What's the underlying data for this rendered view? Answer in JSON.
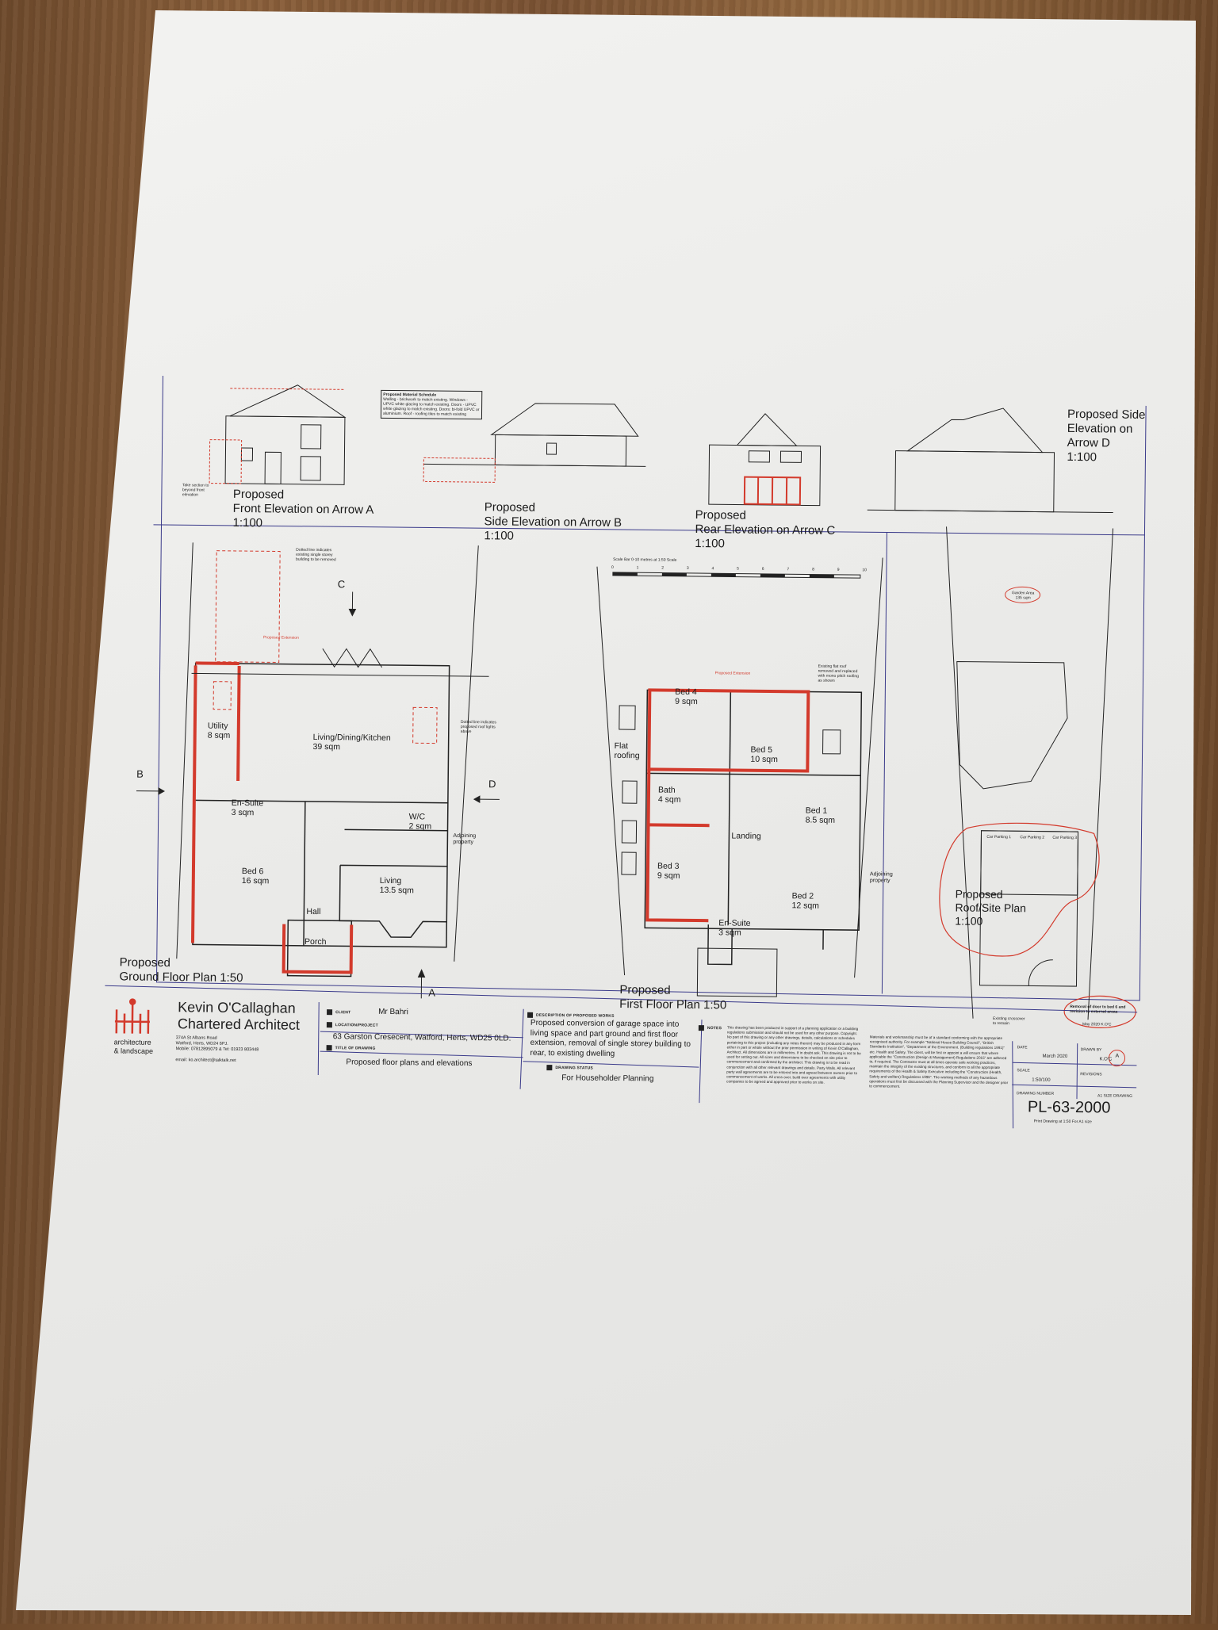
{
  "colors": {
    "table": "#7a5233",
    "paper": "#ececea",
    "ink": "#1a1a1a",
    "redline": "#d33a2c",
    "border": "#3a3a8a"
  },
  "elevations": {
    "front": {
      "line1": "Proposed",
      "line2": "Front Elevation on Arrow A",
      "scale": "1:100",
      "note": "Take section to beyond front elevation"
    },
    "side_b": {
      "line1": "Proposed",
      "line2": "Side Elevation on Arrow B",
      "scale": "1:100"
    },
    "rear_c": {
      "line1": "Proposed",
      "line2": "Rear Elevation on Arrow C",
      "scale": "1:100"
    },
    "side_d": {
      "line1": "Proposed Side",
      "line2": "Elevation on",
      "line3": "Arrow D",
      "scale": "1:100"
    },
    "material_schedule": {
      "title": "Proposed Material Schedule",
      "text": "Walling - brickwork to match existing. Windows - UPVC white glazing to match existing. Doors - UPVC white glazing to match existing. Doors: bi-fold UPVC or aluminium. Roof - roofing tiles to match existing"
    }
  },
  "ground_floor": {
    "title": "Proposed",
    "subtitle": "Ground Floor Plan 1:50",
    "rooms": [
      {
        "name": "Utility",
        "area": "8 sqm"
      },
      {
        "name": "Living/Dining/Kitchen",
        "area": "39 sqm"
      },
      {
        "name": "En-Suite",
        "area": "3 sqm"
      },
      {
        "name": "W/C",
        "area": "2 sqm"
      },
      {
        "name": "Bed 6",
        "area": "16 sqm"
      },
      {
        "name": "Living",
        "area": "13.5 sqm"
      },
      {
        "name": "Hall",
        "area": ""
      },
      {
        "name": "Porch",
        "area": ""
      }
    ],
    "adjoining": "Adjoining property",
    "arrows": {
      "a": "A",
      "b": "B",
      "c": "C",
      "d": "D"
    },
    "notes": [
      "Dotted line indicates existing single storey building to be removed",
      "Dotted line indicates proposed roof lights above",
      "Proposed Extension"
    ]
  },
  "first_floor": {
    "title": "Proposed",
    "subtitle": "First Floor Plan 1:50",
    "scale_bar": "Scale Bar 0-10 metres at 1:50 Scale",
    "scale_ticks": [
      "0",
      "1",
      "2",
      "3",
      "4",
      "5",
      "6",
      "7",
      "8",
      "9",
      "10"
    ],
    "flat_roofing": "Flat roofing",
    "rooms": [
      {
        "name": "Bed 4",
        "area": "9 sqm"
      },
      {
        "name": "Bed 5",
        "area": "10 sqm"
      },
      {
        "name": "Bath",
        "area": "4 sqm"
      },
      {
        "name": "Bed 1",
        "area": "8.5 sqm"
      },
      {
        "name": "Landing",
        "area": ""
      },
      {
        "name": "Bed 3",
        "area": "9 sqm"
      },
      {
        "name": "Bed 2",
        "area": "12 sqm"
      },
      {
        "name": "En-Suite",
        "area": "3 sqm"
      }
    ],
    "adjoining": "Adjoining property",
    "notes": [
      "Existing flat roof removed and replaced with mono pitch roofing as shown",
      "Proposed Extension"
    ]
  },
  "roof_plan": {
    "title": "Proposed",
    "subtitle": "Roof/Site Plan",
    "scale": "1:100",
    "parking": [
      "Car Parking 1",
      "Car Parking 2",
      "Car Parking 3"
    ],
    "garden": "Garden Area 135 sqm",
    "crossover": "Existing crossover to remain",
    "revision_note": "Removal of door to bed 6 and revision to external areas",
    "revision_date": "May 2020   K.O'C"
  },
  "title_block": {
    "firm": {
      "name": "Kevin O'Callaghan",
      "title": "Chartered Architect",
      "tag1": "architecture",
      "tag2": "& landscape",
      "address1": "374A St Albans Road",
      "address2": "Watford, Herts, WD24 6PJ.",
      "phone": "Mobile: 07812895079 & Tel: 01923 803448",
      "email": "email: ko.architect@talktalk.net"
    },
    "client_label": "CLIENT",
    "client": "Mr Bahri",
    "location_label": "LOCATION/PROJECT",
    "location": "63 Garston Cresecent, Watford, Herts, WD25 0LD.",
    "drawing_title_label": "TITLE OF DRAWING",
    "drawing_title": "Proposed floor plans and elevations",
    "description_label": "DESCRIPTION OF PROPOSED WORKS",
    "description": "Proposed conversion of garage space into living space and part ground and first floor extension, removal of single storey building to rear, to existing dwelling",
    "status_label": "DRAWING STATUS",
    "status": "For Householder Planning",
    "notes_label": "NOTES",
    "notes_col1": "This drawing has been produced in support of a planning application or a building regulations submission and should not be used for any other purpose. Copyright. No part of this drawing or any other drawings, details, calculations or schedules pertaining to this project (including any notes therein) may be produced in any form either in part or whole without the prior permission in writing of Kevin O'Callaghan, Architect. All dimensions are in millimetres. If in doubt ask. This drawing is not to be used for setting out. All sizes and dimensions to be checked on site prior to commencement and confirmed by the architect. This drawing is to be read in conjunction with all other relevant drawings and details. Party Walls. All relevant party wall agreements are to be entered into and agreed between owners prior to commencement of works. All cross over, build over agreements with utility companies to be agreed and approved prior to works on site.",
    "notes_col2": "Materials and workmanship must be of a standard conforming with the appropriate recognised authority. For example \"National House Building Council\", \"British Standards Institution\", \"Department of the Environment. (Building regulations 1991)\" etc. Health and Safety. The client, will be first or appoint a will ensure that where applicable the \"Construction (Design & Management) Regulations 2015\" are adhered to, if required. The Contractor must at all times operate safe working practices, maintain the integrity of the existing structures, and conform to all the appropriate requirements of the Health & Safety Executive including the \"Construction (Health, Safety and welfare) Regulations 1996\". The working methods of any hazardous operations must first be discussed with the Planning Supervisor and the designer prior to commencement.",
    "date_label": "DATE",
    "date": "March 2020",
    "drawn_label": "DRAWN BY",
    "drawn": "K.O'C",
    "revision_mark": "A",
    "scale_label": "SCALE",
    "scale": "1:50/100",
    "revisions_label": "REVISIONS",
    "number_label": "DRAWING NUMBER",
    "size_label": "A1 SIZE DRAWING",
    "number": "PL-63-2000",
    "print_note": "Print Drawing at 1:50 For A1 size"
  }
}
